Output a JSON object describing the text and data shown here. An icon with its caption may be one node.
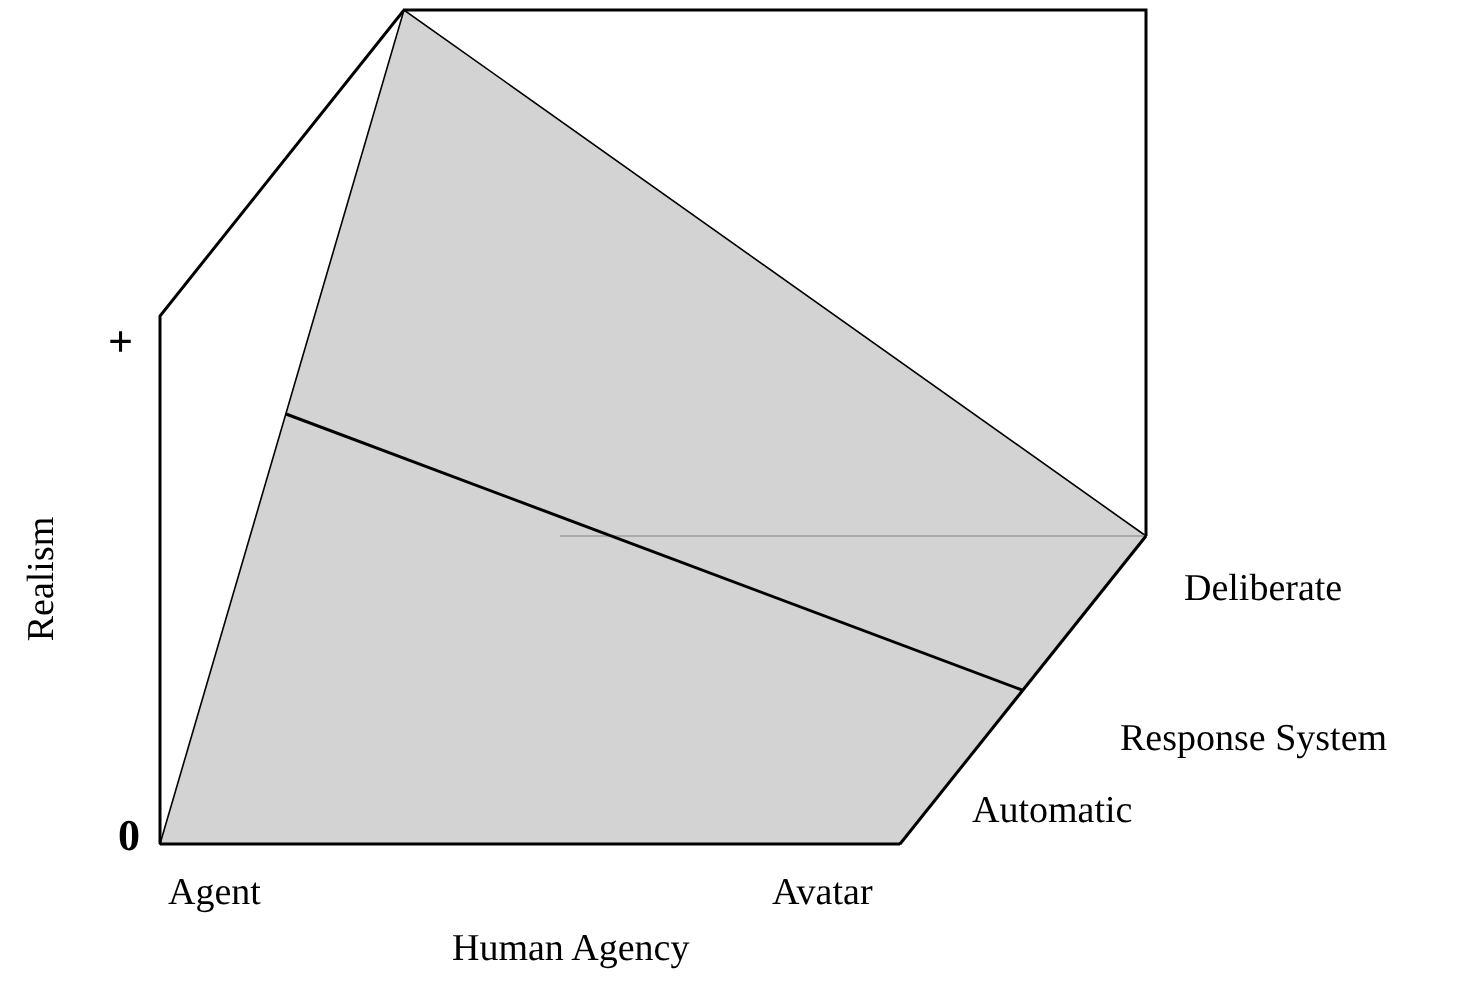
{
  "diagram": {
    "labels": [
      "+",
      "0",
      "Realism",
      "Agent",
      "Avatar",
      "Human Agency",
      "Deliberate",
      "Response System",
      "Automatic"
    ]
  }
}
